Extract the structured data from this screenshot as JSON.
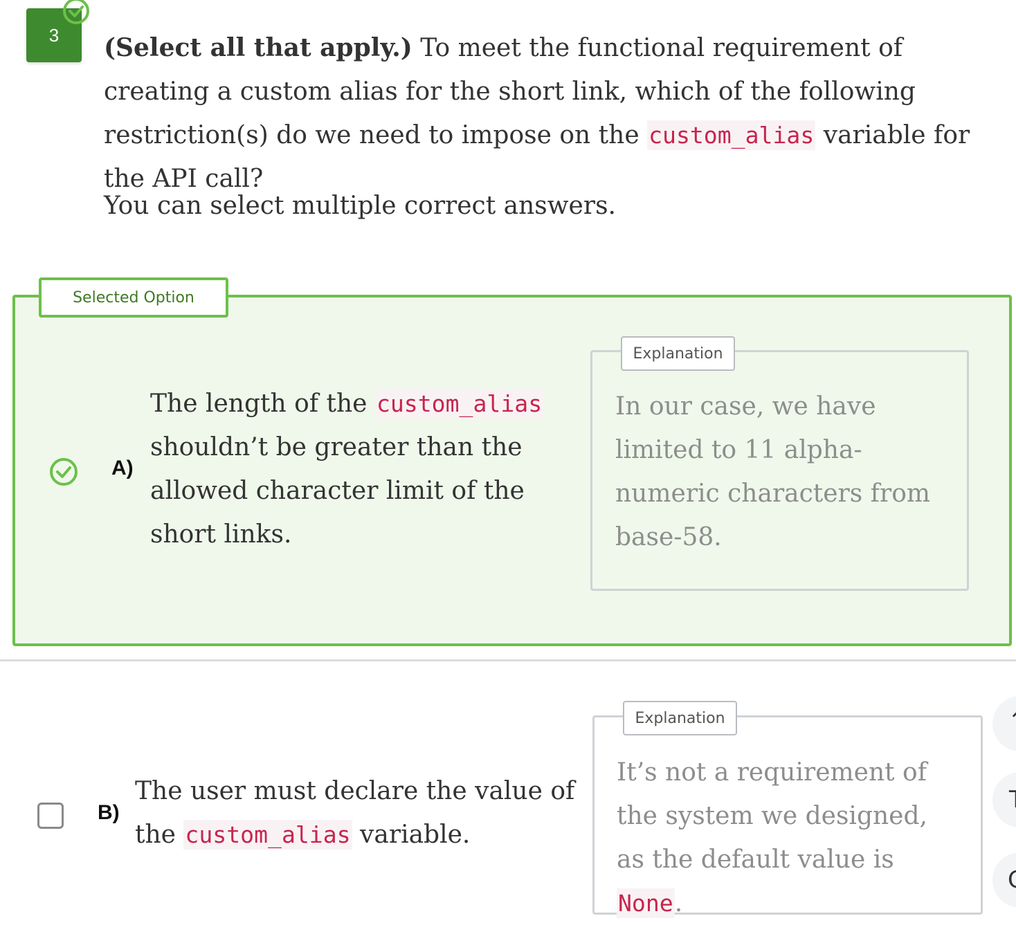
{
  "question": {
    "number": "3",
    "lead": "(Select all that apply.)",
    "text_part1": " To meet the functional requirement of creating a custom alias for the short link, which of the following restriction(s) do we need to impose on the ",
    "code": "custom_alias",
    "text_part2": " variable for the API call?",
    "instruction": "You can select multiple correct answers."
  },
  "options": [
    {
      "letter": "A)",
      "selected": true,
      "tag": "Selected Option",
      "text_part1": "The length of the ",
      "code": "custom_alias",
      "text_part2": " shouldn’t be greater than the allowed character limit of the short links.",
      "explanation_label": "Explanation",
      "explanation": "In our case, we have limited to 11 alpha-numeric characters from base-58."
    },
    {
      "letter": "B)",
      "selected": false,
      "text_part1": "The user must declare the value of the ",
      "code": "custom_alias",
      "text_part2": " variable.",
      "explanation_label": "Explanation",
      "explanation_part1": "It’s not a requirement of the system we designed, as the default value is ",
      "explanation_code": "None",
      "explanation_part2": "."
    }
  ],
  "icons": {
    "badge": "check-circle-icon",
    "option_selected": "check-circle-icon",
    "option_unselected": "checkbox-icon"
  },
  "side_controls": {
    "glyphs": [
      "↑",
      "T",
      "C"
    ]
  },
  "colors": {
    "accent_green": "#6cc04a",
    "badge_green": "#3d8b2e",
    "selected_bg": "#eff8ea",
    "code_red": "#c7254e"
  }
}
